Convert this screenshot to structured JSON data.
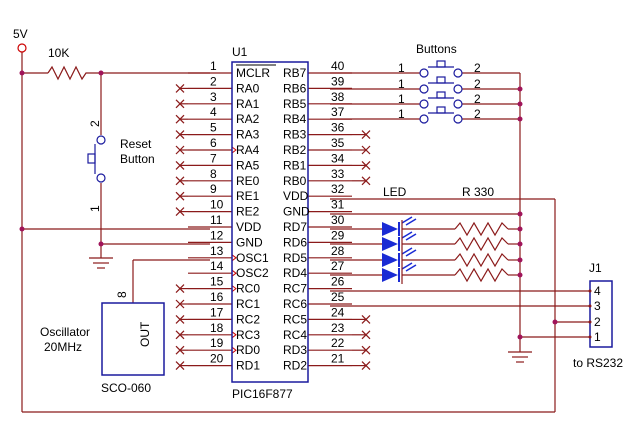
{
  "supply": {
    "label": "5V"
  },
  "resistor_pullup": {
    "label": "10K"
  },
  "reset": {
    "line1": "Reset",
    "line2": "Button",
    "pin_top": "2",
    "pin_bottom": "1"
  },
  "ic": {
    "ref": "U1",
    "part": "PIC16F877",
    "left_pins": [
      {
        "num": "1",
        "name": "MCLR"
      },
      {
        "num": "2",
        "name": "RA0"
      },
      {
        "num": "3",
        "name": "RA1"
      },
      {
        "num": "4",
        "name": "RA2"
      },
      {
        "num": "5",
        "name": "RA3"
      },
      {
        "num": "6",
        "name": "RA4"
      },
      {
        "num": "7",
        "name": "RA5"
      },
      {
        "num": "8",
        "name": "RE0"
      },
      {
        "num": "9",
        "name": "RE1"
      },
      {
        "num": "10",
        "name": "RE2"
      },
      {
        "num": "11",
        "name": "VDD"
      },
      {
        "num": "12",
        "name": "GND"
      },
      {
        "num": "13",
        "name": "OSC1"
      },
      {
        "num": "14",
        "name": "OSC2"
      },
      {
        "num": "15",
        "name": "RC0"
      },
      {
        "num": "16",
        "name": "RC1"
      },
      {
        "num": "17",
        "name": "RC2"
      },
      {
        "num": "18",
        "name": "RC3"
      },
      {
        "num": "19",
        "name": "RD0"
      },
      {
        "num": "20",
        "name": "RD1"
      }
    ],
    "right_pins": [
      {
        "num": "40",
        "name": "RB7"
      },
      {
        "num": "39",
        "name": "RB6"
      },
      {
        "num": "38",
        "name": "RB5"
      },
      {
        "num": "37",
        "name": "RB4"
      },
      {
        "num": "36",
        "name": "RB3"
      },
      {
        "num": "35",
        "name": "RB2"
      },
      {
        "num": "34",
        "name": "RB1"
      },
      {
        "num": "33",
        "name": "RB0"
      },
      {
        "num": "32",
        "name": "VDD"
      },
      {
        "num": "31",
        "name": "GND"
      },
      {
        "num": "30",
        "name": "RD7"
      },
      {
        "num": "29",
        "name": "RD6"
      },
      {
        "num": "28",
        "name": "RD5"
      },
      {
        "num": "27",
        "name": "RD4"
      },
      {
        "num": "26",
        "name": "RC7"
      },
      {
        "num": "25",
        "name": "RC6"
      },
      {
        "num": "24",
        "name": "RC5"
      },
      {
        "num": "23",
        "name": "RC4"
      },
      {
        "num": "22",
        "name": "RD3"
      },
      {
        "num": "21",
        "name": "RD2"
      }
    ]
  },
  "buttons": {
    "title": "Buttons",
    "pin_a": "1",
    "pin_b": "2"
  },
  "led": {
    "label": "LED"
  },
  "resistor_led": {
    "label": "R 330"
  },
  "oscillator": {
    "line1": "Oscillator",
    "line2": "20MHz",
    "part": "SCO-060",
    "out": "OUT",
    "pin": "8"
  },
  "connector": {
    "ref": "J1",
    "pins": [
      "4",
      "3",
      "2",
      "1"
    ],
    "caption": "to RS232"
  },
  "colors": {
    "wire": "#8b1a1a",
    "body": "#1a1a9e",
    "led": "#1a2bd4",
    "text": "#000000"
  }
}
